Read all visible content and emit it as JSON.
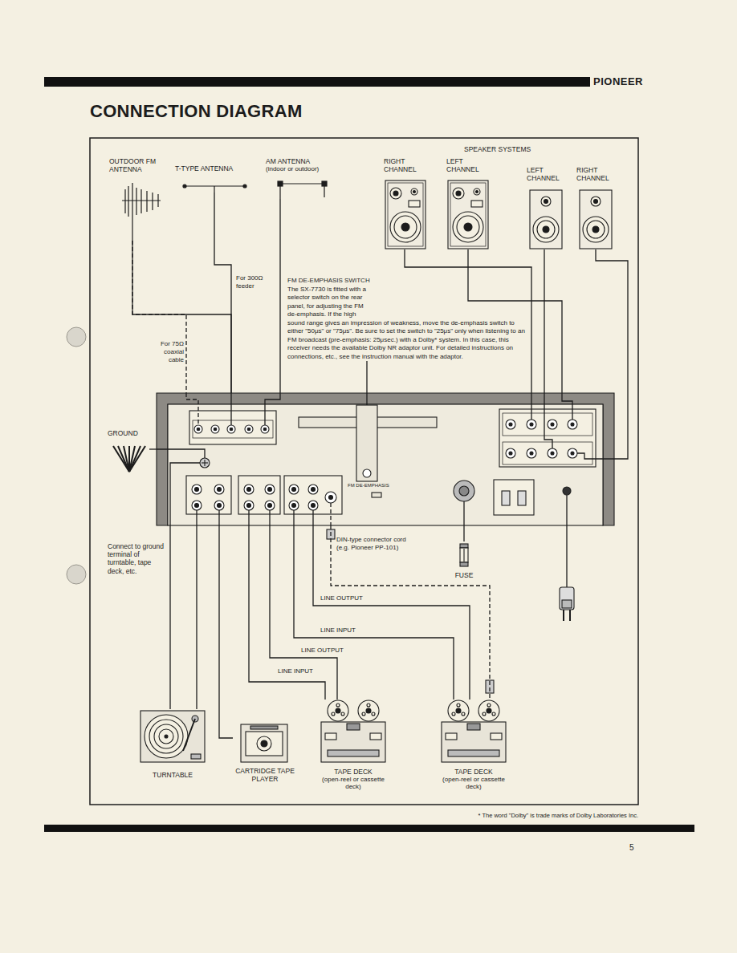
{
  "diagram": {
    "title": "CONNECTION DIAGRAM",
    "nodes": [
      {
        "text": [
          "OUTDOOR FM ANTENNA"
        ]
      },
      {
        "text": [
          "T-TYPE ANTENNA"
        ]
      },
      {
        "text": [
          "AM ANTENNA",
          "(indoor or outdoor)"
        ]
      },
      {
        "text": [
          "RIGHT CHANNEL"
        ]
      },
      {
        "text": [
          "LEFT CHANNEL"
        ]
      },
      {
        "text": [
          "LEFT CHANNEL"
        ]
      },
      {
        "text": [
          "RIGHT CHANNEL"
        ]
      },
      {
        "text": [
          "FM DE-EMPHASIS SWITCH",
          "The SX-7730 is fitted with a selector switch on the rear panel, for adjusting the FM de-emphasis. If the high sound range gives an impression of weakness, move the de-emphasis switch to either \"50μs\" or \"75μs\". Be sure to set the switch to \"25μs\" only when listening to an FM broadcast (pre-emphasis: 25μsec.) with a Dolby* system. In this case, this receiver needs the available Dolby NR adaptor unit. For detailed instructions on connections, etc., see the instruction manual with the adaptor."
        ]
      },
      {
        "text": [
          "FM DE-EMPHASIS"
        ]
      },
      {
        "text": [
          "GROUND"
        ]
      },
      {
        "text": [
          "FUSE"
        ]
      },
      {
        "text": [
          "TURNTABLE"
        ]
      },
      {
        "text": [
          "CARTRIDGE TAPE PLAYER"
        ]
      },
      {
        "text": [
          "TAPE DECK",
          "(open-reel or cassette deck)"
        ]
      },
      {
        "text": [
          "TAPE DECK",
          "(open-reel or cassette deck)"
        ]
      }
    ],
    "edges": [
      {
        "from": 0,
        "to": 8,
        "arrow": "none",
        "label": "For 300Ω feeder"
      },
      {
        "from": 0,
        "to": 8,
        "arrow": "none",
        "label": "For 75Ω coaxial cable"
      },
      {
        "from": 1,
        "to": 8,
        "arrow": "none"
      },
      {
        "from": 2,
        "to": 8,
        "arrow": "none"
      },
      {
        "from": 3,
        "to": 8,
        "arrow": "none"
      },
      {
        "from": 4,
        "to": 8,
        "arrow": "none"
      },
      {
        "from": 5,
        "to": 8,
        "arrow": "none"
      },
      {
        "from": 6,
        "to": 8,
        "arrow": "none"
      },
      {
        "from": 7,
        "to": 8,
        "arrow": "none"
      },
      {
        "from": 9,
        "to": 8,
        "arrow": "none"
      },
      {
        "from": 8,
        "to": 10,
        "arrow": "none"
      },
      {
        "from": 8,
        "to": 11,
        "arrow": "none"
      },
      {
        "from": 8,
        "to": 11,
        "arrow": "none"
      },
      {
        "from": 8,
        "to": 12,
        "arrow": "none"
      },
      {
        "from": 8,
        "to": 13,
        "arrow": "none",
        "label": "LINE OUTPUT"
      },
      {
        "from": 8,
        "to": 13,
        "arrow": "none",
        "label": "LINE INPUT"
      },
      {
        "from": 8,
        "to": 14,
        "arrow": "none",
        "label": "LINE OUTPUT"
      },
      {
        "from": 8,
        "to": 14,
        "arrow": "none",
        "label": "LINE INPUT"
      },
      {
        "from": 8,
        "to": 14,
        "arrow": "none",
        "label": "DIN-type connector cord (e.g. Pioneer PP-101)"
      }
    ],
    "labels": [
      "PIONEER",
      "SPEAKER SYSTEMS",
      "Connect to ground terminal of turntable, tape deck, etc.",
      "* The word \"Dolby\" is trade marks of Dolby Laboratories Inc.",
      "5"
    ]
  }
}
